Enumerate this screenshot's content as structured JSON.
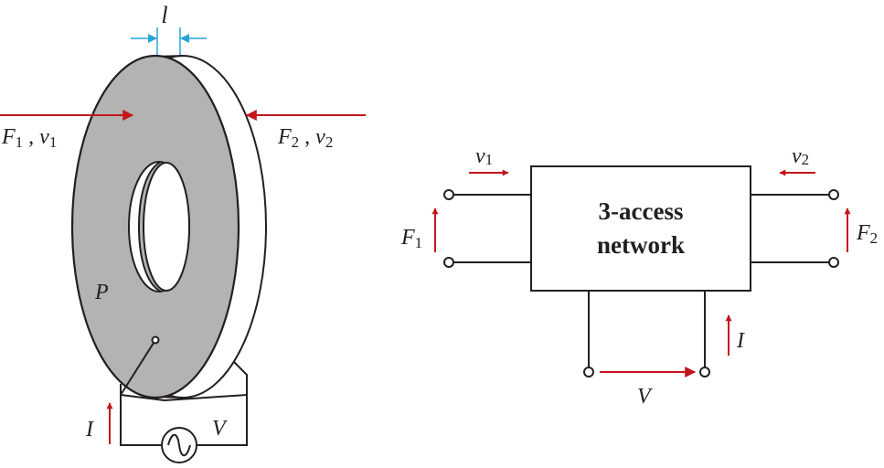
{
  "left_figure": {
    "thickness_label": "l",
    "force_left": {
      "main": "F",
      "sub": "1",
      "sep": " , ",
      "vel_main": "v",
      "vel_sub": "1"
    },
    "force_right": {
      "main": "F",
      "sub": "2",
      "sep": " , ",
      "vel_main": "v",
      "vel_sub": "2"
    },
    "point_label": "P",
    "current_label": "I",
    "voltage_label": "V"
  },
  "right_figure": {
    "box_line1": "3-access",
    "box_line2": "network",
    "v1": {
      "main": "v",
      "sub": "1"
    },
    "v2": {
      "main": "v",
      "sub": "2"
    },
    "f1": {
      "main": "F",
      "sub": "1"
    },
    "f2": {
      "main": "F",
      "sub": "2"
    },
    "current_label": "I",
    "voltage_label": "V"
  },
  "colors": {
    "arrow_red": "#c4161c",
    "dimension_blue": "#2aa4d8",
    "disc_gray": "#b3b3b3",
    "line_black": "#231f20"
  }
}
